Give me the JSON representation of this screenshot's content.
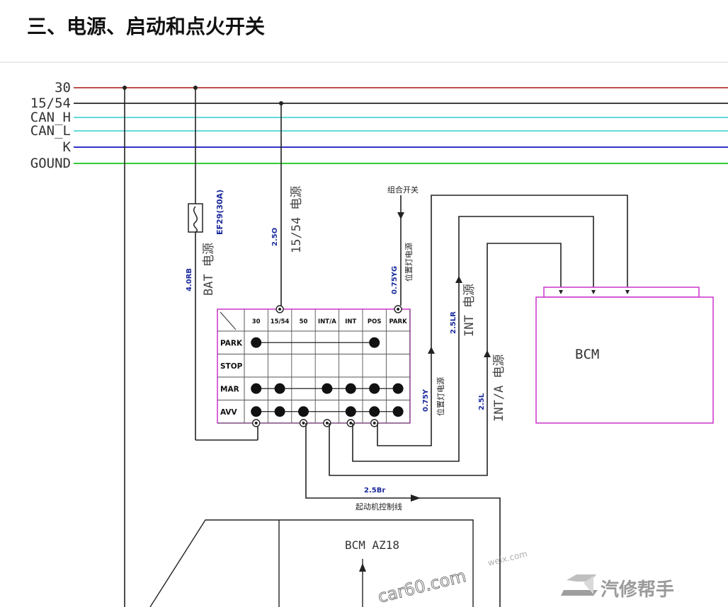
{
  "page": {
    "title": "三、电源、启动和点火开关"
  },
  "bus_lines": [
    {
      "label": "30",
      "color": "#c0504d"
    },
    {
      "label": "15/54",
      "color": "#404040"
    },
    {
      "label": "CAN_H",
      "color": "#66d9d9"
    },
    {
      "label": "CAN_L",
      "color": "#66d9d9"
    },
    {
      "label": "K",
      "color": "#3333cc"
    },
    {
      "label": "GOUND",
      "color": "#33cc33"
    }
  ],
  "fuse": {
    "label": "EF29(30A)"
  },
  "wires": {
    "bat_gauge": "4.0RB",
    "bat_name": "BAT 电源",
    "w1554_gauge": "2.5O",
    "w1554_name": "15/54 电源",
    "combo_switch": "组合开关",
    "park_gauge": "0.75YG",
    "park_name": "位置灯电源",
    "pos_gauge": "0.75Y",
    "pos_name": "位置灯电源",
    "int_gauge": "2.5LR",
    "int_name": "INT 电源",
    "inta_gauge": "2.5L",
    "inta_name": "INT/A 电源",
    "start_gauge": "2.5Br",
    "start_name": "起动机控制线"
  },
  "switch_table": {
    "columns": [
      "30",
      "15/54",
      "50",
      "INT/A",
      "INT",
      "POS",
      "PARK"
    ],
    "rows": [
      {
        "label": "PARK",
        "dots": [
          1,
          0,
          0,
          0,
          0,
          1,
          0
        ]
      },
      {
        "label": "STOP",
        "dots": [
          0,
          0,
          0,
          0,
          0,
          0,
          0
        ]
      },
      {
        "label": "MAR",
        "dots": [
          1,
          1,
          0,
          1,
          1,
          1,
          1
        ]
      },
      {
        "label": "AVV",
        "dots": [
          1,
          1,
          1,
          0,
          1,
          1,
          1
        ]
      }
    ]
  },
  "bcm": {
    "label": "BCM"
  },
  "bcm2": {
    "label": "BCM AZ18"
  },
  "watermark": {
    "site": "car60.com",
    "url": "weix.com",
    "brand": "汽修帮手"
  },
  "colors": {
    "frame": "#cc33cc",
    "wire": "#222222",
    "label_blue": "#1a2a9c"
  }
}
